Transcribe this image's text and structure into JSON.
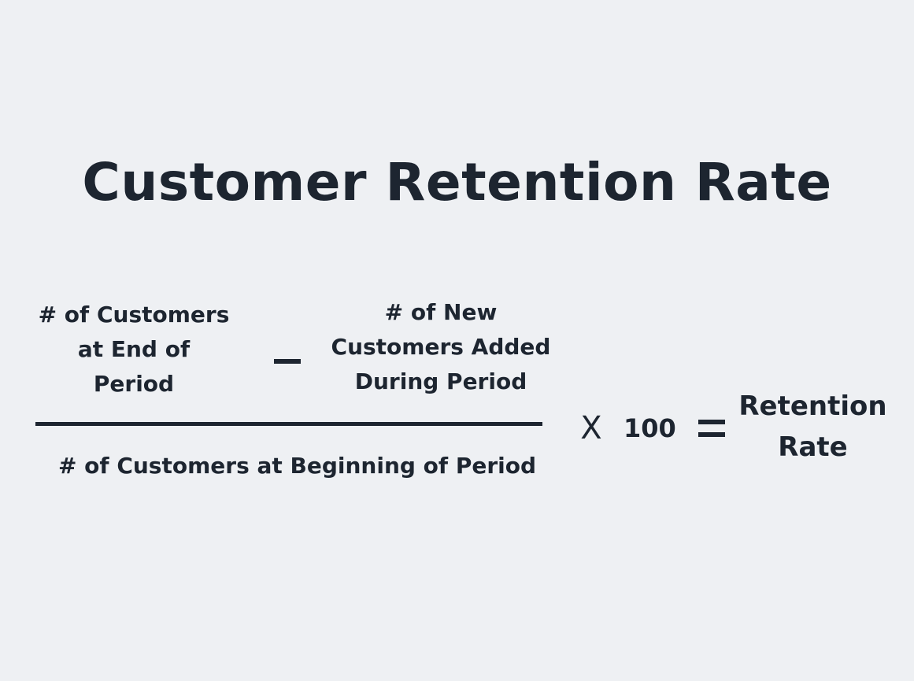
{
  "title": "Customer Retention Rate",
  "formula": {
    "numerator_left": [
      "# of Customers",
      "at End of",
      "Period"
    ],
    "operator_minus": "–",
    "numerator_right": [
      "# of New",
      "Customers Added",
      "During Period"
    ],
    "denominator": "# of Customers at Beginning of Period",
    "operator_times": "X",
    "multiplier": "100",
    "operator_equals": "=",
    "result": [
      "Retention",
      "Rate"
    ]
  },
  "colors": {
    "background": "#eef0f3",
    "text": "#1d2530"
  }
}
